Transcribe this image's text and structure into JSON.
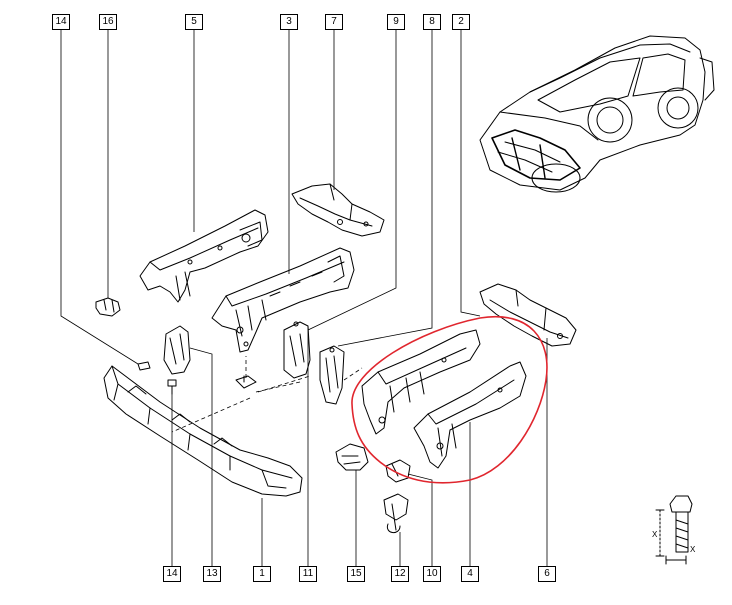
{
  "callouts_top": [
    "14",
    "16",
    "5",
    "3",
    "7",
    "9",
    "8",
    "2"
  ],
  "callouts_bottom": [
    "14",
    "13",
    "1",
    "11",
    "15",
    "12",
    "10",
    "4",
    "6"
  ],
  "dimension_labels": [
    "X",
    "X"
  ],
  "colors": {
    "line": "#000000",
    "highlight": "#e0262e",
    "background": "#ffffff"
  }
}
